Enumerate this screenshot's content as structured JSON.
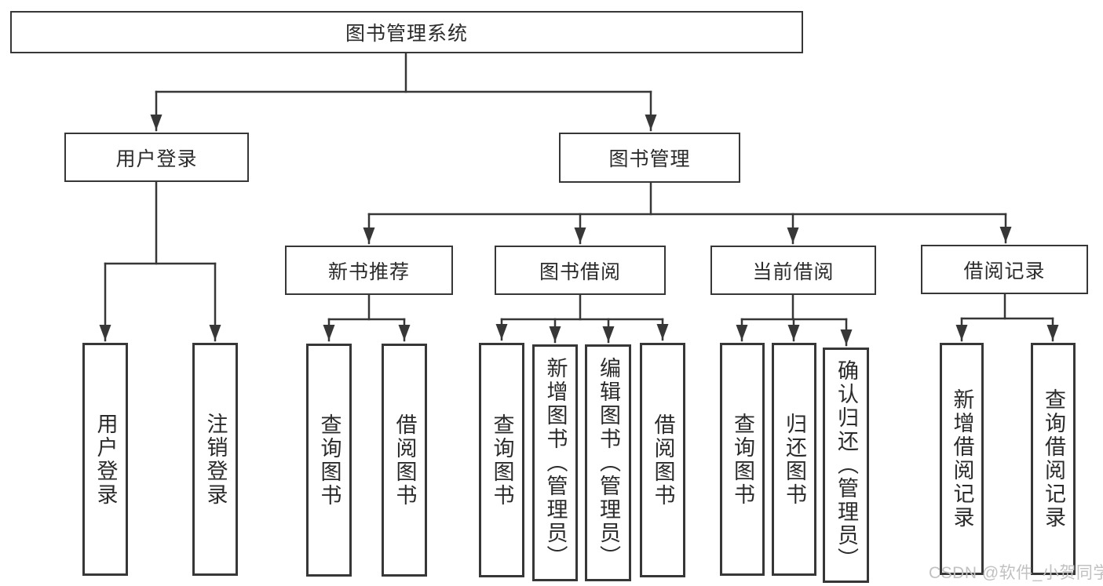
{
  "diagram": {
    "title": "图书管理系统",
    "branches": [
      {
        "label": "用户登录",
        "children": [
          "用户登录",
          "注销登录"
        ]
      },
      {
        "label": "图书管理",
        "children": [
          {
            "label": "新书推荐",
            "children": [
              "查询图书",
              "借阅图书"
            ]
          },
          {
            "label": "图书借阅",
            "children": [
              "查询图书",
              "新增图书（管理员）",
              "编辑图书（管理员）",
              "借阅图书"
            ]
          },
          {
            "label": "当前借阅",
            "children": [
              "查询图书",
              "归还图书",
              "确认归还（管理员）"
            ]
          },
          {
            "label": "借阅记录",
            "children": [
              "新增借阅记录",
              "查询借阅记录"
            ]
          }
        ]
      }
    ]
  },
  "watermark": {
    "text": "CSDN @软件_小贺同学"
  },
  "colors": {
    "line": "#373737",
    "text": "#2b2b2b",
    "watermark": "#c1c1c1",
    "background": "#ffffff"
  }
}
